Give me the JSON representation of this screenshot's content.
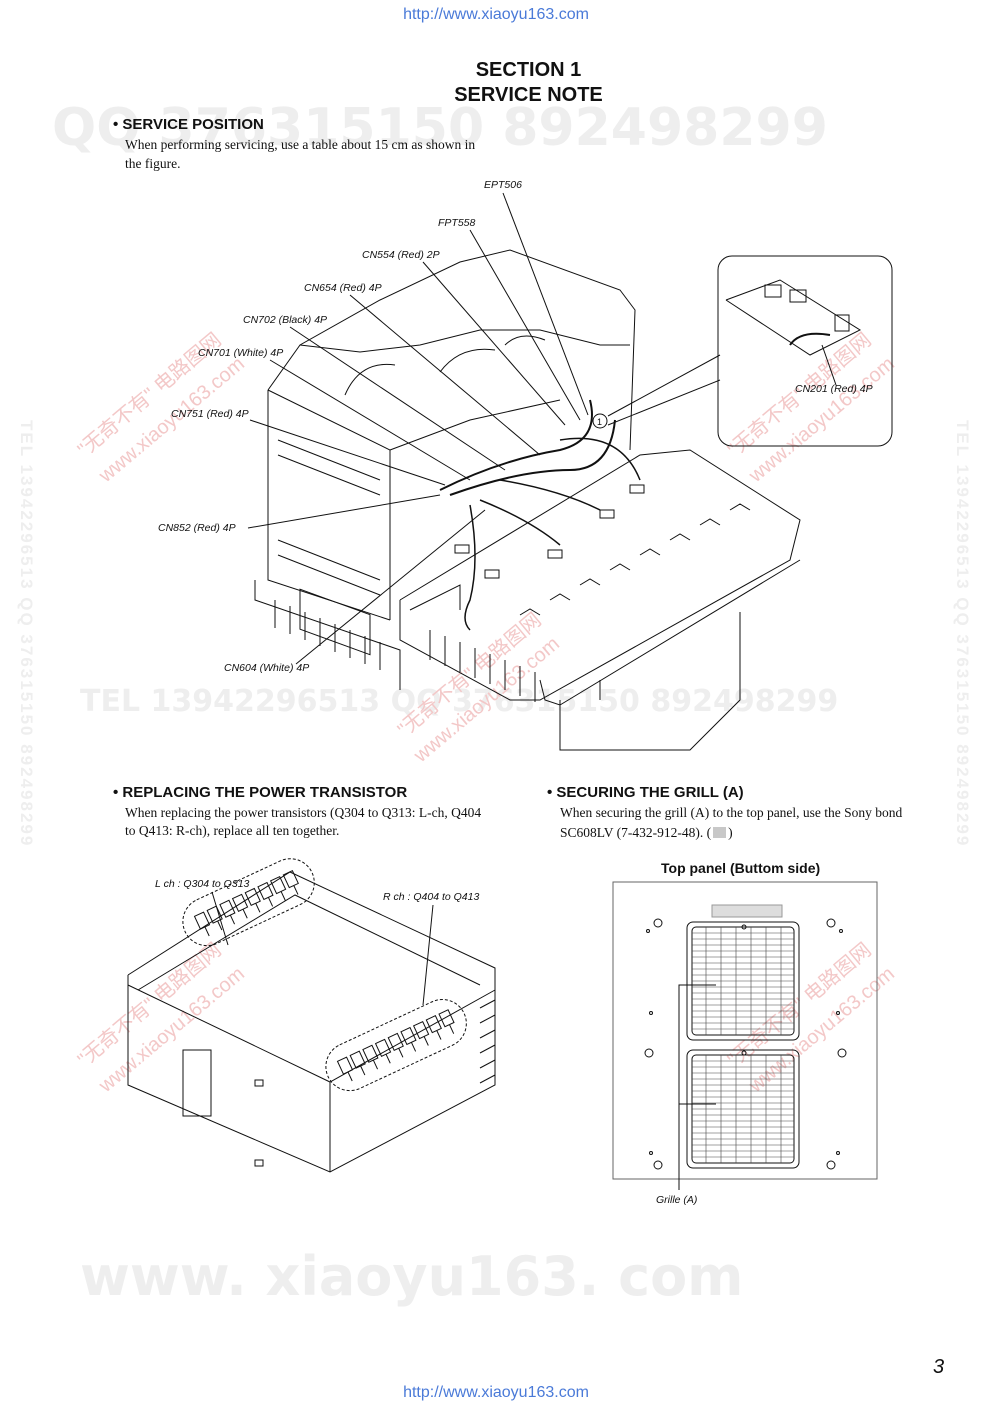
{
  "header_url": "http://www.xiaoyu163.com",
  "footer_url": "http://www.xiaoyu163.com",
  "section": {
    "line1": "SECTION 1",
    "line2": "SERVICE NOTE"
  },
  "service_position": {
    "heading": "• SERVICE POSITION",
    "text_line1": "When performing servicing, use a table about 15 cm as shown in",
    "text_line2": "the figure.",
    "labels": [
      "EPT506",
      "FPT558",
      "CN554 (Red) 2P",
      "CN654 (Red) 4P",
      "CN702 (Black) 4P",
      "CN701 (White) 4P",
      "CN751 (Red) 4P",
      "CN852 (Red) 4P",
      "CN604 (White) 4P"
    ],
    "inset_label": "CN201 (Red) 4P",
    "callout": "1"
  },
  "power_transistor": {
    "heading": "• REPLACING THE POWER TRANSISTOR",
    "text_line1": "When replacing the power transistors  (Q304 to Q313: L-ch, Q404",
    "text_line2": "to Q413: R-ch), replace all ten together.",
    "label_l": "L ch : Q304 to Q313",
    "label_r": "R ch : Q404 to Q413"
  },
  "grill": {
    "heading": "• SECURING THE GRILL (A)",
    "text_line1": "When securing the grill (A) to the top panel, use the Sony bond",
    "text_line2": "SC608LV (7-432-912-48). (",
    "text_line2_end": ")",
    "panel_title": "Top panel (Buttom side)",
    "grille_label": "Grille (A)"
  },
  "watermarks": {
    "qq_top": "QQ 376315150    892498299",
    "tel_mid": "TEL 13942296513   QQ 376315150   892498299",
    "www_bottom": "www. xiaoyu163. com",
    "vertical_left": "TEL 13942296513  QQ 376315150  892498299",
    "vertical_right": "TEL 13942296513  QQ 376315150  892498299",
    "red_1": "\"无奇不有\"  电路图网",
    "red_2": "www.xiaoyu163.com"
  },
  "page_number": "3"
}
